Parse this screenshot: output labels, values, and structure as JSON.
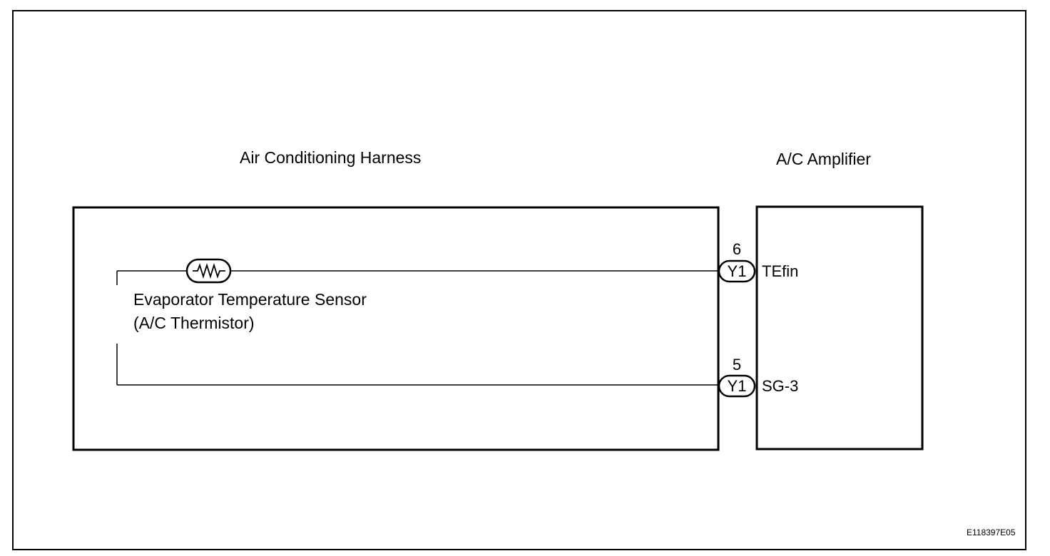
{
  "harness": {
    "title": "Air Conditioning Harness"
  },
  "amplifier": {
    "title": "A/C Amplifier"
  },
  "sensor": {
    "name_line1": "Evaporator Temperature Sensor",
    "name_line2": "(A/C Thermistor)"
  },
  "connectors": [
    {
      "pin": "6",
      "connector": "Y1",
      "terminal": "TEfin"
    },
    {
      "pin": "5",
      "connector": "Y1",
      "terminal": "SG-3"
    }
  ],
  "figure_code": "E118397E05",
  "colors": {
    "line": "#000000",
    "background": "#ffffff"
  }
}
